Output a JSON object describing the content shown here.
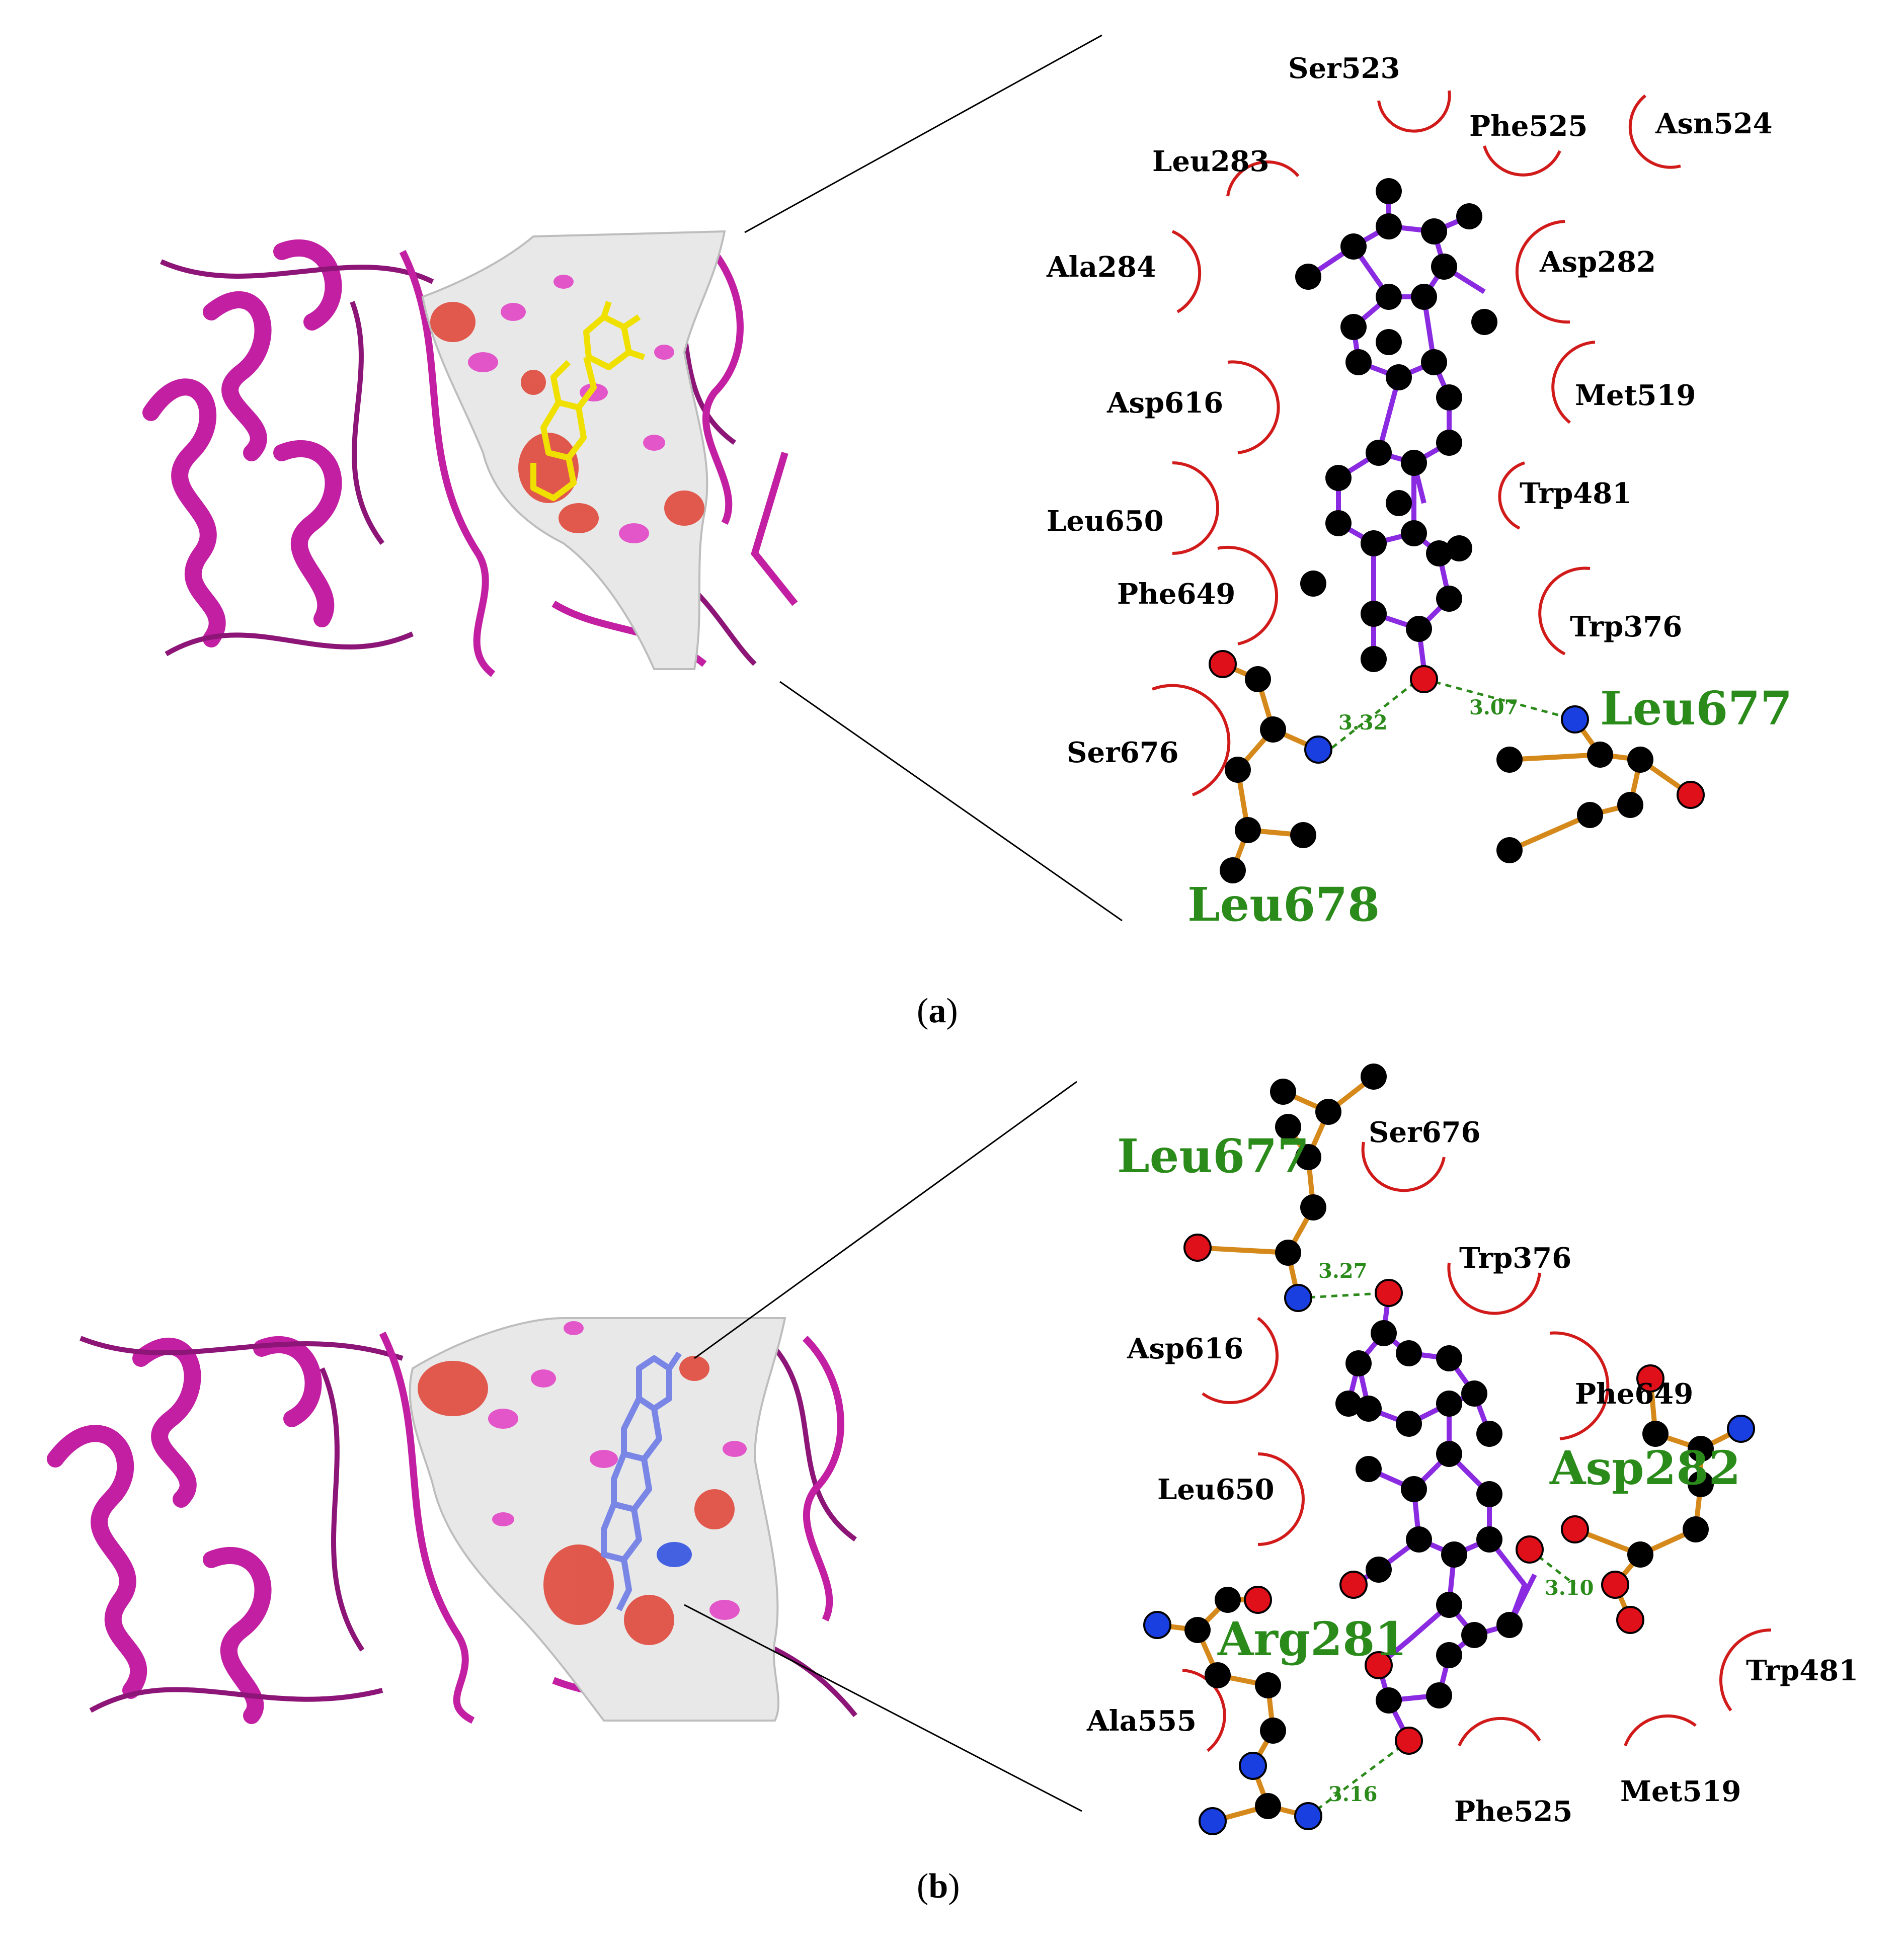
{
  "colors": {
    "protein": "#c21fa3",
    "protein_dark": "#8c1577",
    "surface": "#e8e8e8",
    "surface_red": "#e0483c",
    "surface_magenta": "#e23cc3",
    "ligand_a": "#f0e000",
    "ligand_b": "#7a86e6",
    "bond_ligand": "#8a2be2",
    "bond_residue": "#d6891b",
    "hbond": "#2b8a1a",
    "hydrophobic_arc": "#d11b1b",
    "atom_c": "#000000",
    "atom_o": "#e0101a",
    "atom_n": "#1a3fe0",
    "hbond_residue_label": "#2a8a1a",
    "hydrophobic_residue_label": "#000000"
  },
  "panel_a": {
    "caption_letter": "a",
    "hydrophobic_residues": [
      "Ser523",
      "Phe525",
      "Asn524",
      "Leu283",
      "Ala284",
      "Asp282",
      "Asp616",
      "Met519",
      "Leu650",
      "Trp481",
      "Phe649",
      "Trp376",
      "Ser676"
    ],
    "hbond_residues": [
      "Leu677",
      "Leu678"
    ],
    "hbond_distances": [
      "3.32",
      "3.07"
    ]
  },
  "panel_b": {
    "caption_letter": "b",
    "hydrophobic_residues": [
      "Ser676",
      "Trp376",
      "Asp616",
      "Phe649",
      "Leu650",
      "Ala555",
      "Phe525",
      "Met519",
      "Trp481"
    ],
    "hbond_residues": [
      "Leu677",
      "Asp282",
      "Arg281"
    ],
    "hbond_distances": [
      "3.27",
      "3.10",
      "3.16"
    ]
  }
}
